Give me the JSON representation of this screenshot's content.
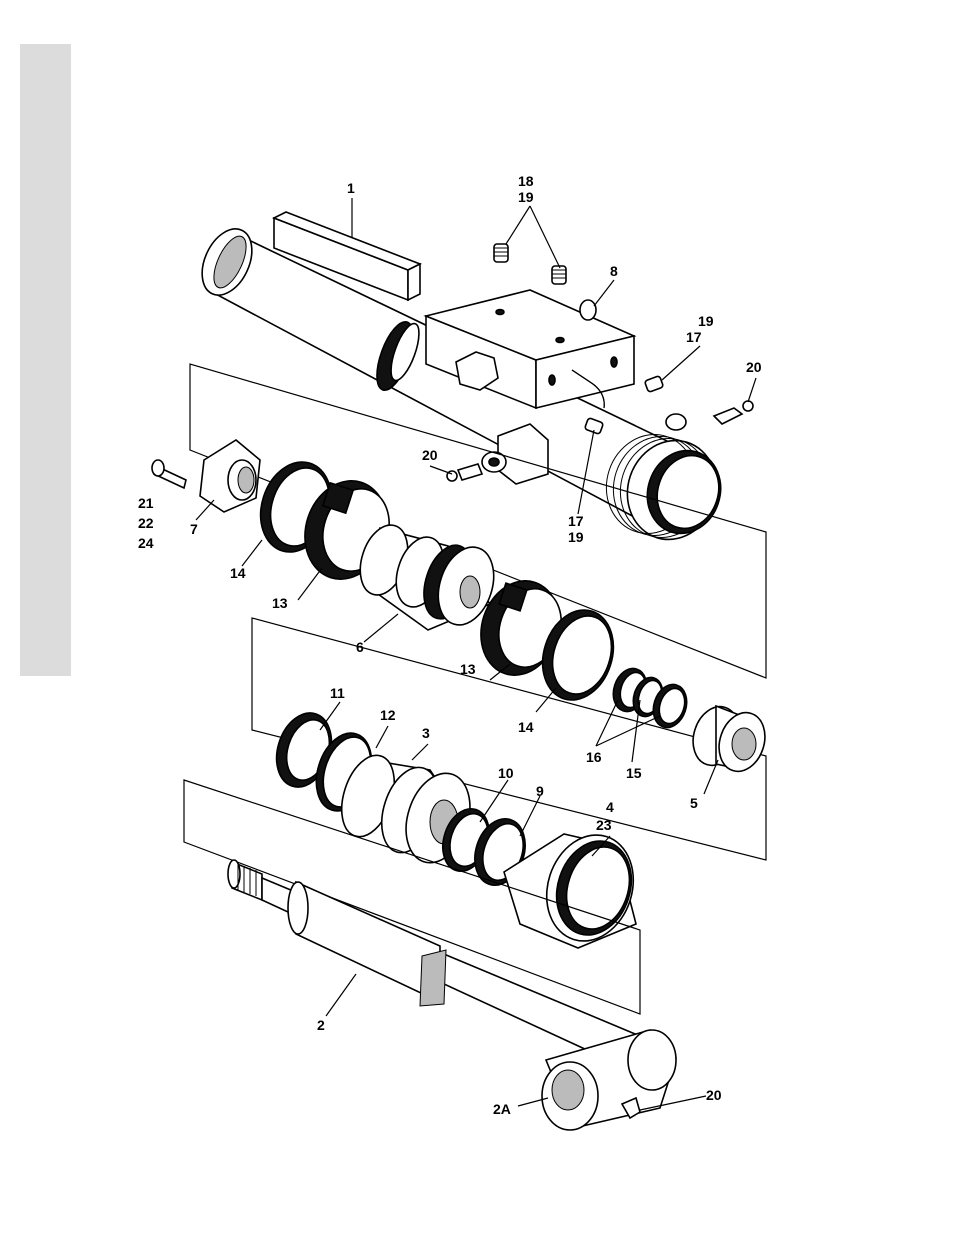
{
  "labels": {
    "l1": "1",
    "l18": "18",
    "l19a": "19",
    "l8": "8",
    "l19b": "19",
    "l17a": "17",
    "l20a": "20",
    "l20b": "20",
    "l21": "21",
    "l22": "22",
    "l24": "24",
    "l7": "7",
    "l14a": "14",
    "l13a": "13",
    "l6": "6",
    "l17b": "17",
    "l19c": "19",
    "l13b": "13",
    "l14b": "14",
    "l16": "16",
    "l15": "15",
    "l5": "5",
    "l11": "11",
    "l12": "12",
    "l3": "3",
    "l10": "10",
    "l9": "9",
    "l4": "4",
    "l23": "23",
    "l2": "2",
    "l2A": "2A",
    "l20c": "20"
  },
  "colors": {
    "side_tab": "#dcdcdc",
    "ink": "#000000"
  }
}
